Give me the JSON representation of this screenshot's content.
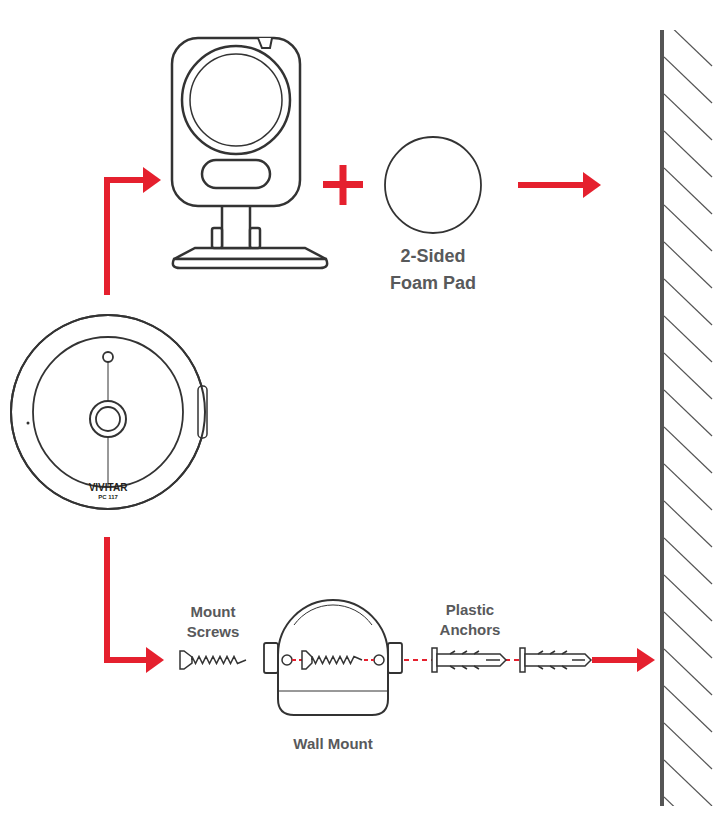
{
  "diagram": {
    "nodes": [
      {
        "text": [
          "VIVITAR",
          "PC 117"
        ]
      },
      {
        "text": [
          "2-Sided Foam Pad"
        ]
      },
      {
        "text": [
          "Wall Mount"
        ]
      }
    ],
    "labels": [
      "Mount Screws",
      "Plastic Anchors"
    ]
  }
}
